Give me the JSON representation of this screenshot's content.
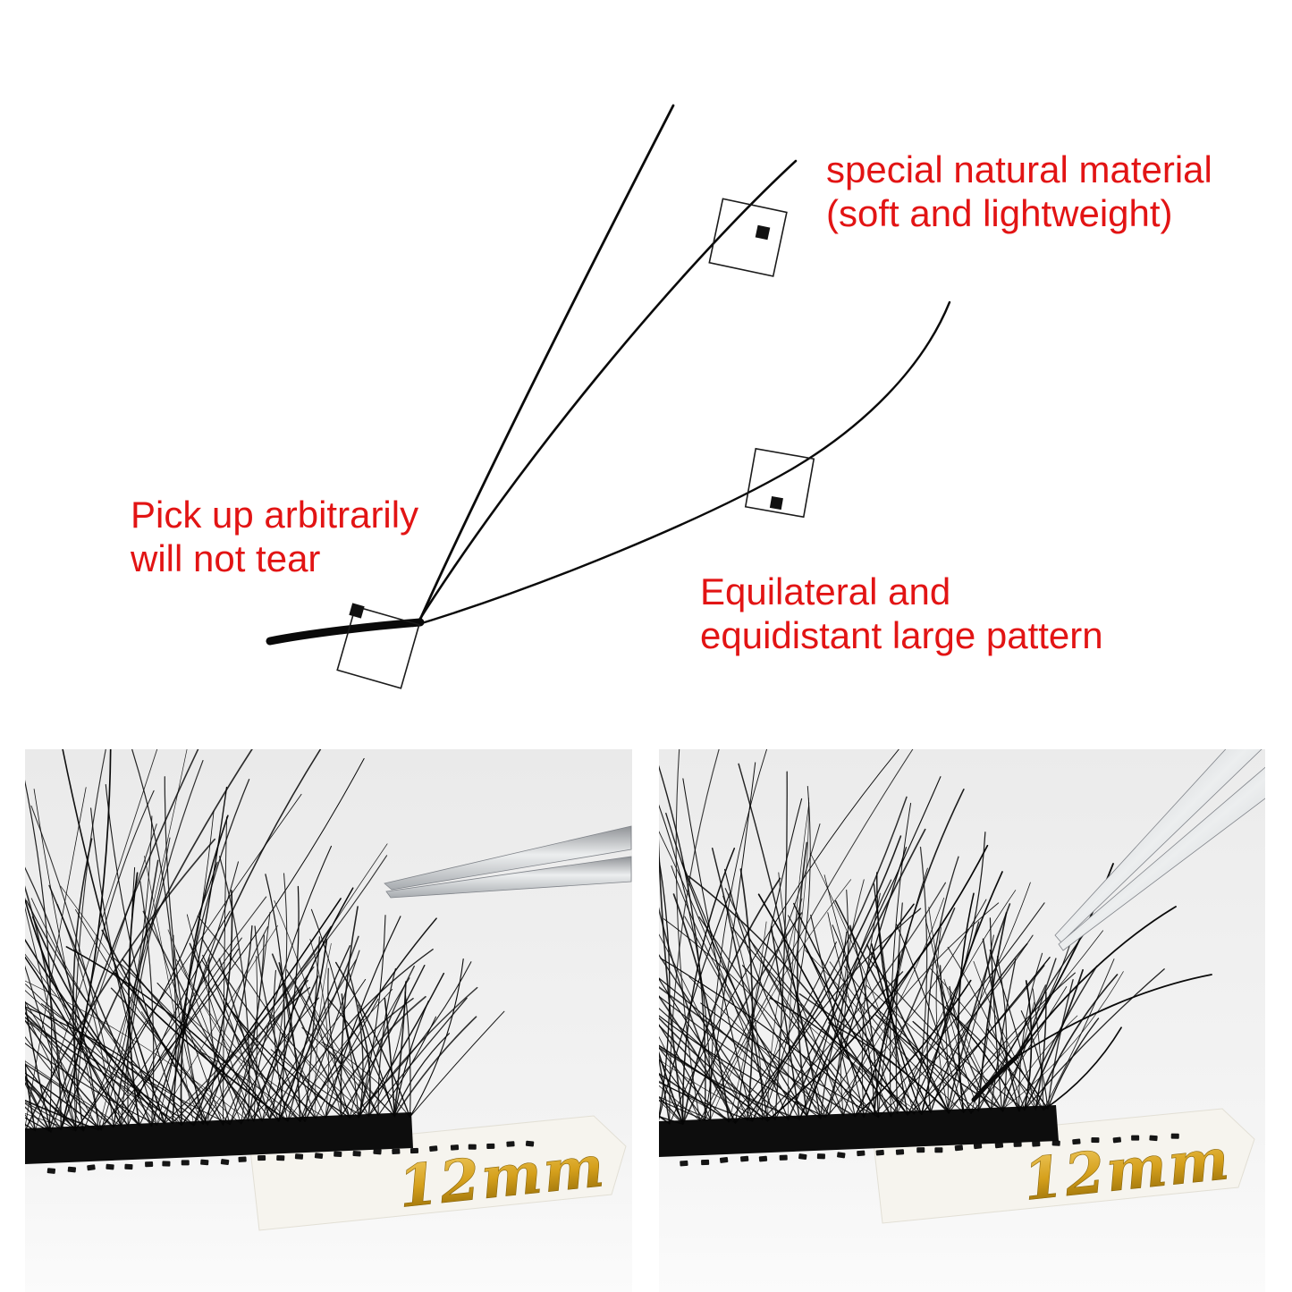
{
  "diagram": {
    "annotations": {
      "material": {
        "line1": "special natural material",
        "line2": "(soft and lightweight)"
      },
      "pickup": {
        "line1": "Pick up arbitrarily",
        "line2": "will not tear"
      },
      "pattern": {
        "line1": "Equilateral and",
        "line2": "equidistant large pattern"
      }
    }
  },
  "photos": {
    "left": {
      "tape_label": "12mm"
    },
    "right": {
      "tape_label": "12mm"
    }
  },
  "colors": {
    "annotation_red": "#e21414",
    "tape_gold": "#d5a01c",
    "lash_black": "#0d0d0d",
    "tweezer_silver": "#d7d9db",
    "photo_background_gray": "#efefef"
  }
}
